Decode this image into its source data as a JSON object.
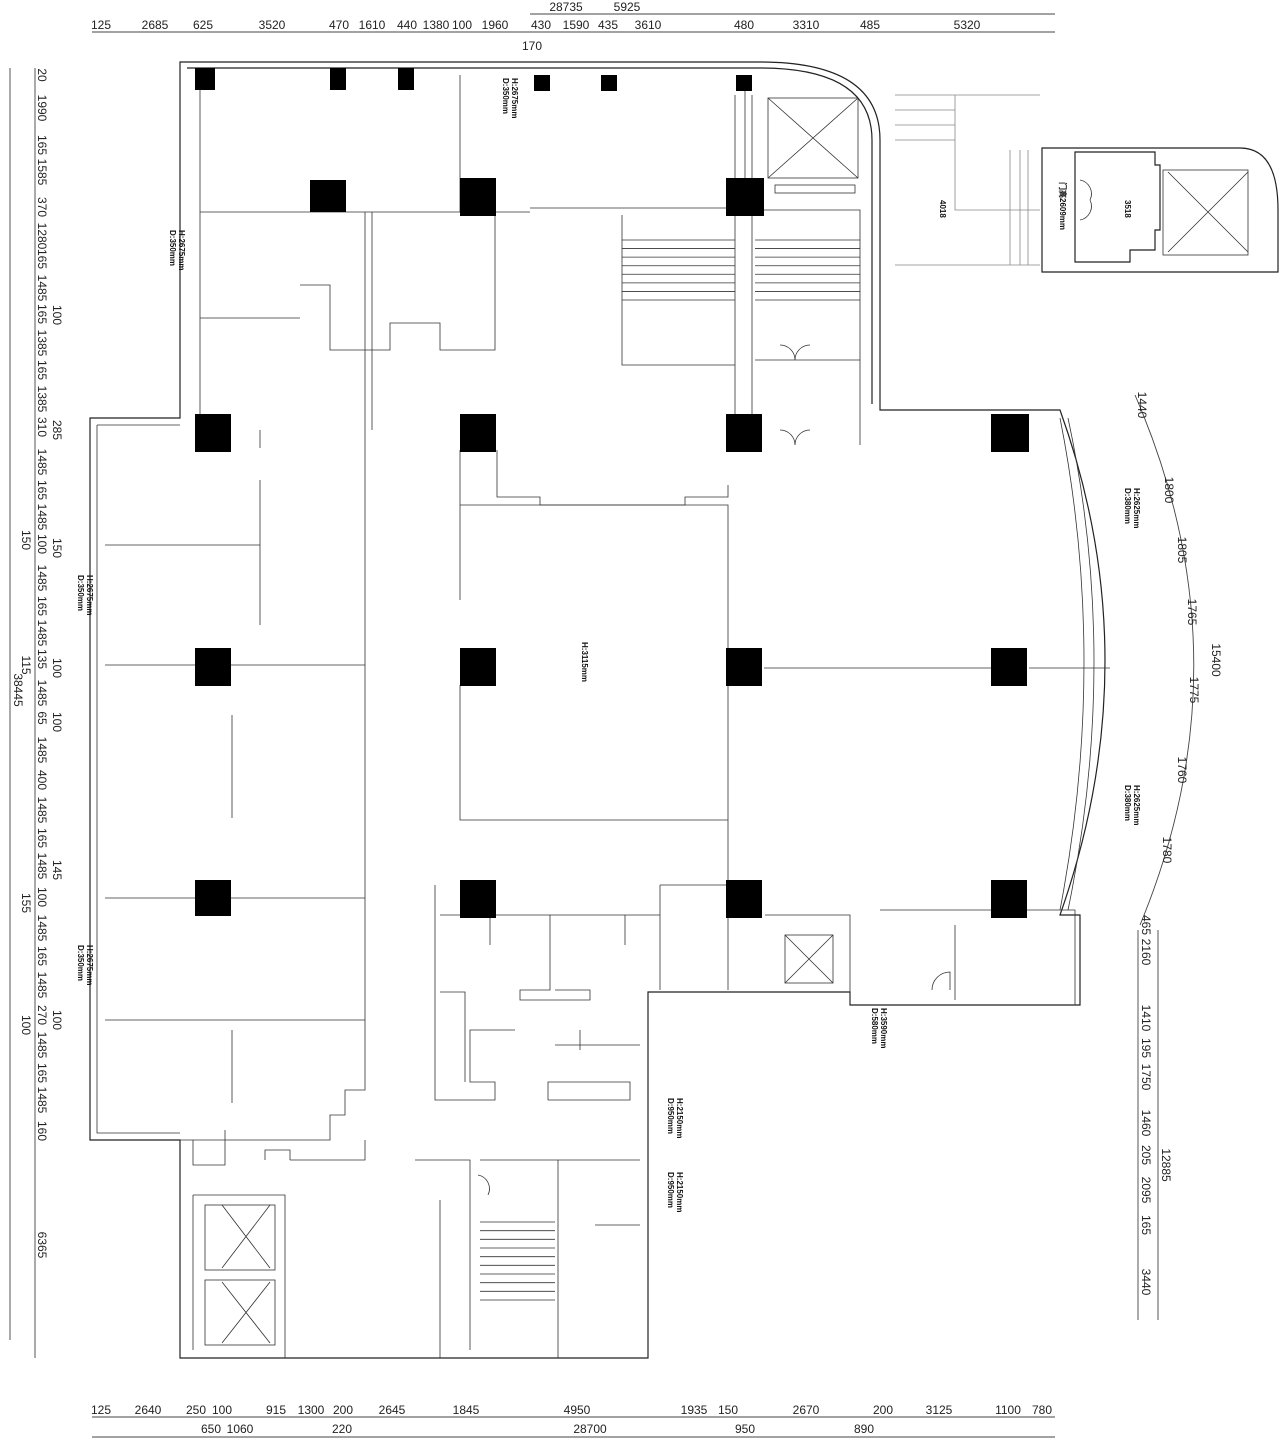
{
  "dims": {
    "top_overall": [
      "28735",
      "5925"
    ],
    "top": [
      "125",
      "2685",
      "625",
      "3520",
      "470",
      "1610",
      "440",
      "1380",
      "100",
      "1960",
      "430",
      "1590",
      "435",
      "3610",
      "480",
      "3310",
      "485",
      "5320"
    ],
    "top_extra": "170",
    "bottom": [
      "125",
      "2640",
      "250",
      "100",
      "915",
      "1300",
      "200",
      "2645",
      "1845",
      "4950",
      "1935",
      "150",
      "2670",
      "200",
      "3125",
      "1100",
      "780"
    ],
    "bottom_second": [
      "650",
      "1060",
      "220",
      "28700",
      "950",
      "890"
    ],
    "left": [
      "20",
      "1990",
      "165",
      "1585",
      "370",
      "1280",
      "165",
      "1485",
      "165",
      "1385",
      "165",
      "1385",
      "310",
      "1485",
      "165",
      "1485",
      "100",
      "1485",
      "165",
      "1485",
      "135",
      "1485",
      "65",
      "1485",
      "400",
      "1485",
      "165",
      "1485",
      "100",
      "1485",
      "165",
      "1485",
      "270",
      "1485",
      "165",
      "1485",
      "160",
      "6365"
    ],
    "left_second": [
      "100",
      "285",
      "150",
      "100",
      "100",
      "145",
      "100"
    ],
    "left_outer": [
      "150",
      "115",
      "38445",
      "155",
      "100"
    ],
    "right": [
      "2160",
      "1410",
      "195",
      "1750",
      "1460",
      "205",
      "2095",
      "165",
      "3440"
    ],
    "right_total": "12885",
    "arc": [
      "1440",
      "1800",
      "1805",
      "1765",
      "15400",
      "1775",
      "1760",
      "1780",
      "465"
    ]
  },
  "notes": {
    "beam_350_a": [
      "D:350mm",
      "H:2675mm"
    ],
    "beam_350_b": [
      "D:350mm",
      "H:2675mm"
    ],
    "beam_350_c": [
      "D:350mm",
      "H:2675mm"
    ],
    "beam_350_d": [
      "D:350mm",
      "H:2675mm"
    ],
    "beam_380_a": [
      "D:380mm",
      "H:2625mm"
    ],
    "beam_380_b": [
      "D:380mm",
      "H:2625mm"
    ],
    "ceiling_height": "H:3115mm",
    "beam_580": [
      "D:580mm",
      "H:3590mm"
    ],
    "beam_950_a": [
      "D:950mm",
      "H:2150mm"
    ],
    "beam_950_b": [
      "D:950mm",
      "H:2150mm"
    ],
    "level_4018": "4018",
    "level_3518": "3518",
    "door_height": "门高2609mm"
  }
}
